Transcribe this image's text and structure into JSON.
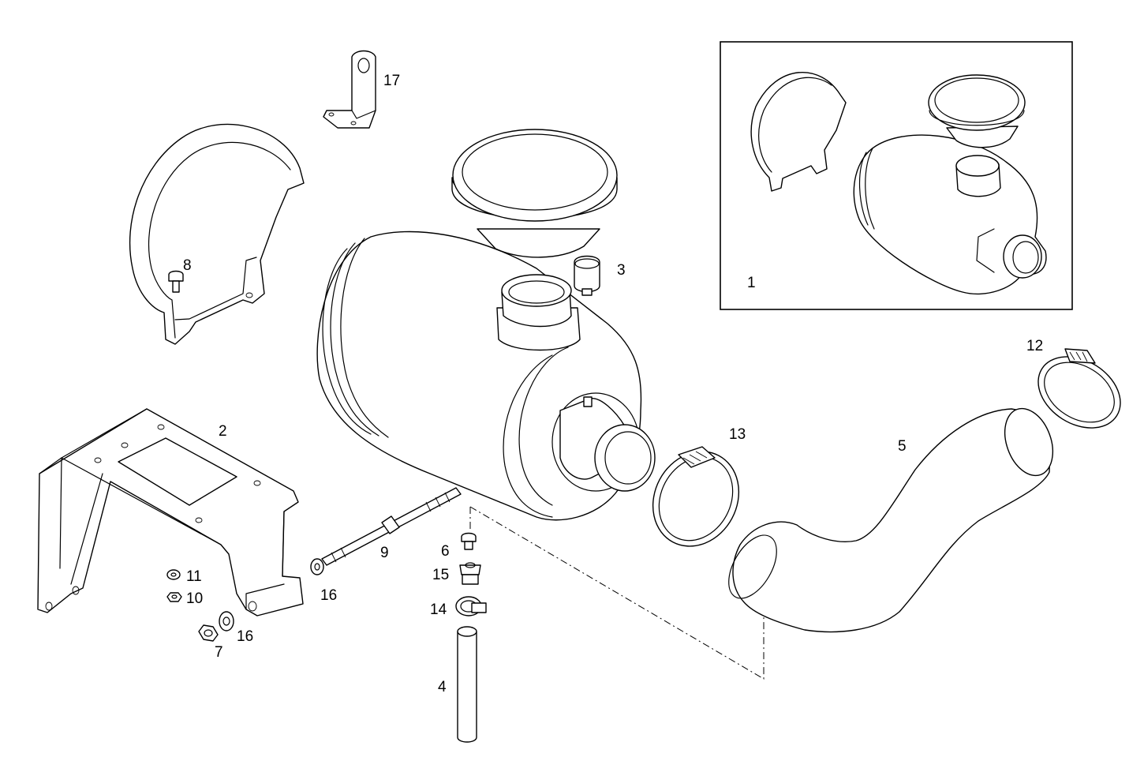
{
  "callouts": {
    "c1": "1",
    "c2": "2",
    "c3": "3",
    "c4": "4",
    "c5": "5",
    "c6": "6",
    "c7": "7",
    "c8": "8",
    "c9": "9",
    "c10": "10",
    "c11": "11",
    "c12": "12",
    "c13": "13",
    "c14": "14",
    "c15": "15",
    "c16a": "16",
    "c16b": "16",
    "c17": "17"
  },
  "colors": {
    "line": "#000000",
    "background": "#ffffff"
  }
}
